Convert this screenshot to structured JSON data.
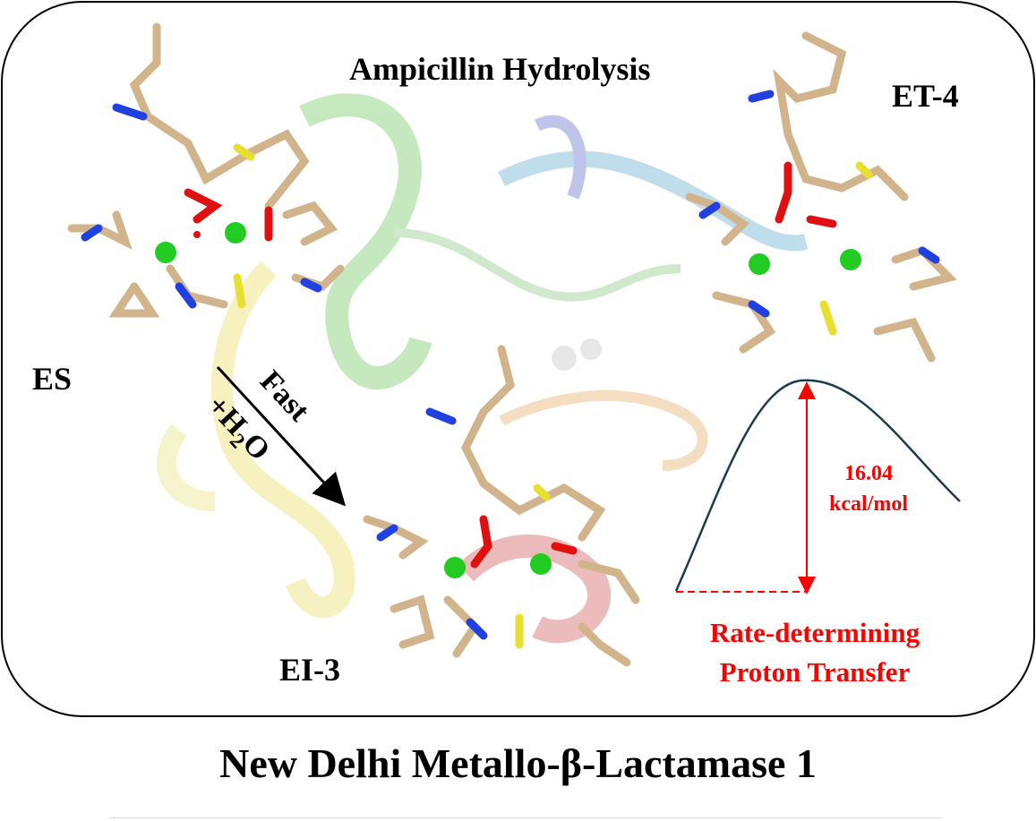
{
  "title": "Ampicillin Hydrolysis",
  "states": {
    "es": "ES",
    "et4": "ET-4",
    "ei3": "EI-3"
  },
  "step": {
    "rate": "Fast",
    "reagent_prefix": "+H",
    "reagent_sub": "2",
    "reagent_suffix": "O"
  },
  "barrier": {
    "value": "16.04",
    "unit": "kcal/mol",
    "label_line1": "Rate-determining",
    "label_line2": "Proton Transfer"
  },
  "caption": "New Delhi Metallo-β-Lactamase 1",
  "colors": {
    "curve": "#1c3a4d",
    "energy_marker": "#ff0000",
    "zinc": "#22cc22",
    "carbon": "#d2b48c",
    "nitrogen": "#2040e0",
    "oxygen": "#e01010",
    "sulfur": "#e8e030"
  }
}
